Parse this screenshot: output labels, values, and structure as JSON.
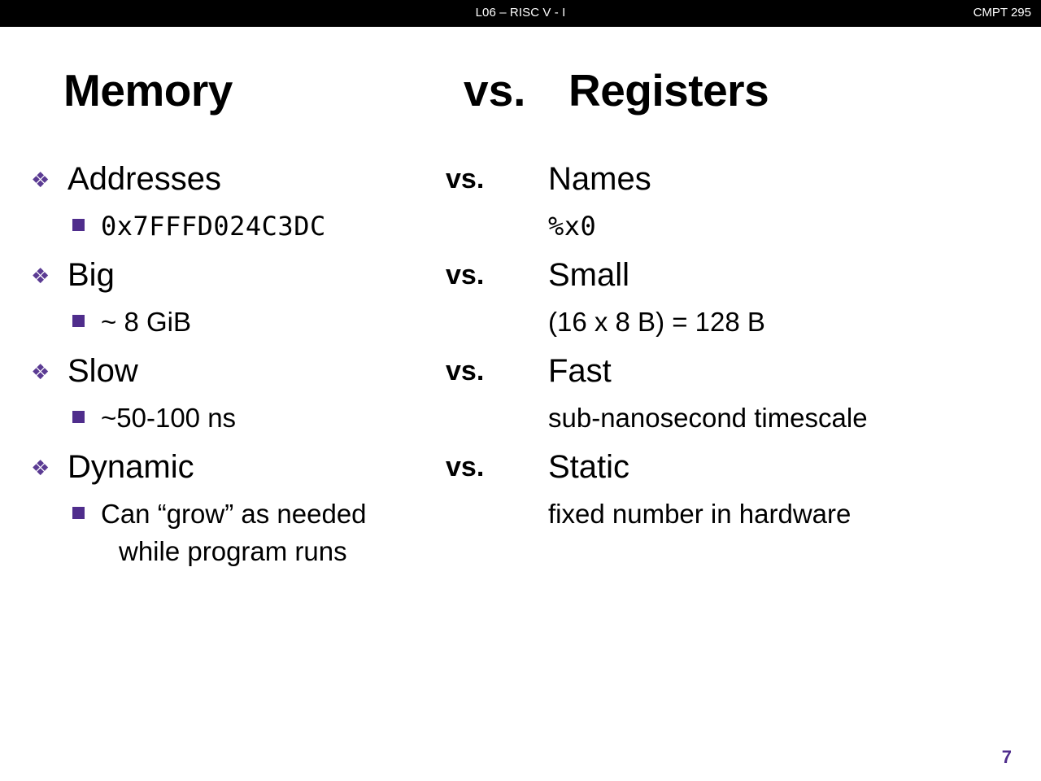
{
  "header": {
    "center_title": "L06 – RISC V - I",
    "course_code": "CMPT 295"
  },
  "title": {
    "left": "Memory",
    "vs": "vs.",
    "right": "Registers"
  },
  "colors": {
    "bullet_diamond": "#5B3B93",
    "bullet_square": "#4F2D8C",
    "page_number": "#4F2D8C",
    "header_bg": "#000000",
    "text": "#000000",
    "background": "#ffffff"
  },
  "bullet_glyphs": {
    "diamond": "❖",
    "square": "▪"
  },
  "rows": [
    {
      "main": {
        "left": "Addresses",
        "vs": "vs.",
        "right": "Names"
      },
      "sub": {
        "left": "0x7FFFD024C3DC",
        "right": "%x0",
        "mono": true,
        "wrap": ""
      }
    },
    {
      "main": {
        "left": "Big",
        "vs": "vs.",
        "right": "Small"
      },
      "sub": {
        "left": "~ 8 GiB",
        "right": "(16 x 8 B) = 128 B",
        "mono": false,
        "wrap": ""
      }
    },
    {
      "main": {
        "left": "Slow",
        "vs": "vs.",
        "right": "Fast"
      },
      "sub": {
        "left": "~50-100 ns",
        "right": "sub-nanosecond timescale",
        "mono": false,
        "wrap": ""
      }
    },
    {
      "main": {
        "left": "Dynamic",
        "vs": "vs.",
        "right": "Static"
      },
      "sub": {
        "left": "Can “grow” as needed",
        "right": "fixed number in hardware",
        "mono": false,
        "wrap": "while program runs"
      }
    }
  ],
  "footer": {
    "page_number": "7"
  }
}
